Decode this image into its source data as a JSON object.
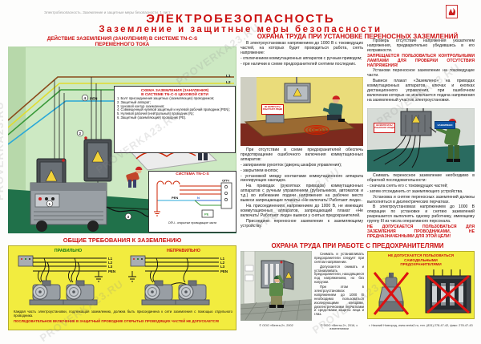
{
  "page": {
    "doc_label": "Электробезопасность. Заземление и защитные меры безопасности. 1 лист",
    "title": "ЭЛЕКТРОБЕЗОПАСНОСТЬ",
    "subtitle": "Заземление  и  защитные  меры  безопасности",
    "watermark": "PROVERKA23.RU",
    "accent_red": "#cc1111",
    "panel_yellow": "#f2ec3f"
  },
  "signs": {
    "do_not_switch_1": "НЕ ВКЛЮЧАТЬ!",
    "do_not_switch_2": "РАБОТАЮТ ЛЮДИ",
    "grounded": "ЗАЗЕМЛЕНО"
  },
  "left": {
    "header_1": "ДЕЙСТВИЕ ЗАЗЕМЛЕНИЯ (ЗАНУЛЕНИЯ) В СИСТЕМЕ TN-C-S",
    "header_2": "ПЕРЕМЕННОГО ТОКА",
    "wires": {
      "l1": "L1",
      "l2": "L2",
      "l3": "L3",
      "pe": "PE",
      "n": "N",
      "pen": "PEN",
      "n1": "1",
      "n2": "2",
      "n3": "3",
      "n4": "4",
      "n5": "5",
      "n6": "6"
    },
    "schema_box": {
      "title_1": "СХЕМА ЗАЗЕМЛЕНИЯ (ЗАНУЛЕНИЯ)",
      "title_2": "В СИСТЕМЕ TN-C-S ЦЕХОВОЙ СЕТИ",
      "items": [
        "1. Болт присоединения защитных (заземляющих) проводников;",
        "2. Защитный аппарат;",
        "3. Цеховой контур заземления;",
        "4. Совмещенный нулевой защитный и нулевой рабочий проводник (PEN);",
        "5. Нулевой рабочий (нейтральный) проводник (N);",
        "6. Защитный (заземляющий) проводник (PE)."
      ]
    },
    "system_box": {
      "title": "СИСТЕМА TN-C-S",
      "caption": "ОПЧ - открытые проводящие части",
      "labels": {
        "pen": "PEN",
        "pe": "PE",
        "n": "N",
        "opch": "ОПЧ"
      }
    },
    "general": {
      "header": "ОБЩИЕ ТРЕБОВАНИЯ К ЗАЗЕМЛЕНИЮ",
      "correct": "ПРАВИЛЬНО",
      "incorrect": "НЕПРАВИЛЬНО",
      "wire_labels": [
        "L1",
        "L2",
        "L3",
        "PEN"
      ],
      "caption": "Каждая часть электроустановки, подлежащая заземлению, должна быть присоединена к сети заземления с помощью отдельного проводника.",
      "warning": "ПОСЛЕДОВАТЕЛЬНОЕ ВКЛЮЧЕНИЕ В ЗАЩИТНЫЙ ПРОВОДНИК ОТКРЫТЫХ ПРОВОДЯЩИХ ЧАСТЕЙ НЕ ДОПУСКАЕТСЯ!"
    }
  },
  "middle": {
    "header": "ОХРАНА ТРУДА ПРИ УСТАНОВКЕ ПЕРЕНОСНЫХ ЗАЗЕМЛЕНИЙ",
    "paras_top": [
      "В электроустановках напряжением до 1000 В с токоведущих частей, на которых будет проводиться работа, снять напряжение:",
      "- отключением коммутационных аппаратов с ручным приводом;",
      "- при наличии в схеме предохранителей снятием последних."
    ],
    "paras_bottom": [
      "При отсутствии в схеме предохранителей обеспечь предотвращение ошибочного включения коммутационных аппаратов:",
      "- запиранием рукояток (дверец шкафов управления);",
      "- закрытием кнопок;",
      "- установкой между контактами коммутационного аппарата изолирующих накладок.",
      "На приводах (рукоятках приводов) коммутационных аппаратов с ручным управлением (рубильников, автоматов и т.д.) во избежание подачи напряжения на рабочее место вывеси запрещающие плакаты «Не включать! Работают люди».",
      "На присоединениях напряжением до 1000 В, не имеющих коммутационных аппаратов, запрещающий плакат «Не включать! Работают люди» вывеси у снятых предохранителей.",
      "Присоедини переносное заземление к заземляющему устройству."
    ]
  },
  "right": {
    "para_check": "Проверь отсутствие напряжения указателем напряжения, предварительно убедившись в его исправности.",
    "warning_top": "ЗАПРЕЩАЕТСЯ ПОЛЬЗОВАТЬСЯ КОНТРОЛЬНЫМИ ЛАМПАМИ ДЛЯ ПРОВЕРКИ ОТСУТСТВИЯ НАПРЯЖЕНИЯ!",
    "para_install": "Установи переносное заземление на токоведущие части.",
    "para_poster": "Вывеси плакат «Заземлено» на приводах коммутационных аппаратов, ключах и кнопках дистанционного управления, при ошибочном включении которых не исключается подача напряжения на заземленный участок электроустановки.",
    "paras_bottom": [
      "Снимать переносное заземление необходимо в обратной последовательности:",
      "- сначала снять его с токоведущих частей;",
      "- затем отсоединить от заземляющего устройства.",
      "Установка и снятие переносных заземлений должны выполняться в диэлектрических перчатках.",
      "В электроустановках напряжением до 1000 В операции по установке и снятию заземлений разрешается выполнять одному работнику, имеющему группу III из числа оперативного персонала."
    ],
    "warning_bottom": "НЕ ДОПУСКАЕТСЯ ПОЛЬЗОВАТЬСЯ ДЛЯ ЗАЗЕМЛЕНИЯ ПРОВОДНИКАМИ, НЕ ПРЕДНАЗНАЧЕННЫМИ ДЛЯ ЭТОЙ ЦЕЛИ!"
  },
  "fuse_section": {
    "header": "ОХРАНА ТРУДА ПРИ РАБОТЕ С ПРЕДОХРАНИТЕЛЯМИ",
    "paras": [
      "Снимать и устанавливать предохранители следует при снятом напряжении.",
      "Допускается снимать и устанавливать предохранители, находящиеся под напряжением, но без нагрузки.",
      "При этом в электроустановках напряжением до 1000 В необходимо пользоваться изолирующими клещами, диэлектрическими перчатками и средствами защиты лица и глаз."
    ],
    "ban_title_1": "НЕ ДОПУСКАЕТСЯ ПОЛЬЗОВАТЬСЯ",
    "ban_title_2": "САМОДЕЛЬНЫМИ",
    "ban_title_3": "ПРЕДОХРАНИТЕЛЯМИ"
  },
  "footer": {
    "copy_2002": "© ООО «Вента-2», 2002",
    "copy_2016": "© ООО «Вента-2», 2016, с изменениями",
    "contacts": "г. Нижний Новгород, www.venta2.ru, тел. (831) 278-47-42, факс: 278-47-43"
  }
}
